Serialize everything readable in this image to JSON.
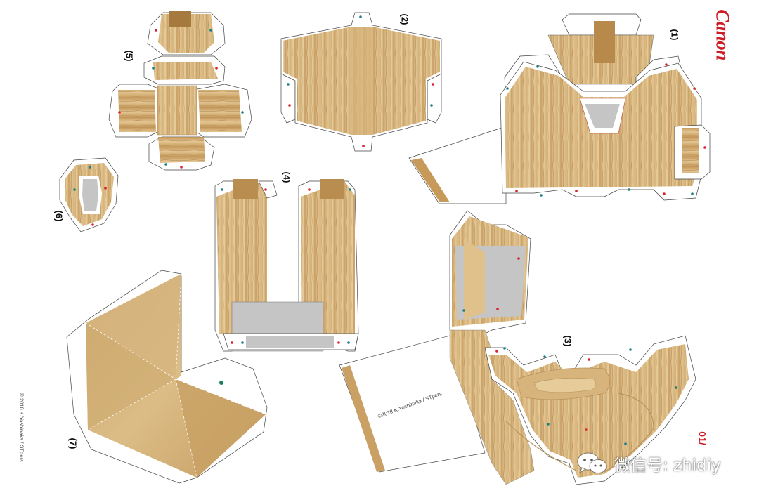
{
  "brand": "Canon",
  "page_number": "01/",
  "parts": {
    "p1": "(1)",
    "p2": "(2)",
    "p3": "(3)",
    "p4": "(4)",
    "p5": "(5)",
    "p6": "(6)",
    "p7": "(7)"
  },
  "copyright_left": "© 2018 K.Yoshinaka / STpers",
  "copyright_center": "©2018 K.Yoshinaka / STpers",
  "watermark": {
    "text": "微信号: zhidiy",
    "icon": "wechat-icon"
  },
  "colors": {
    "wood_light": "#e2c490",
    "wood_mid": "#cfa669",
    "wood_dark": "#9c7844",
    "gray_fill": "#c5c5c5",
    "brand_red": "#cc1d25",
    "glue_dot_red": "#d8232a",
    "glue_dot_teal": "#1a7f86",
    "fold_line": "#d25050"
  }
}
